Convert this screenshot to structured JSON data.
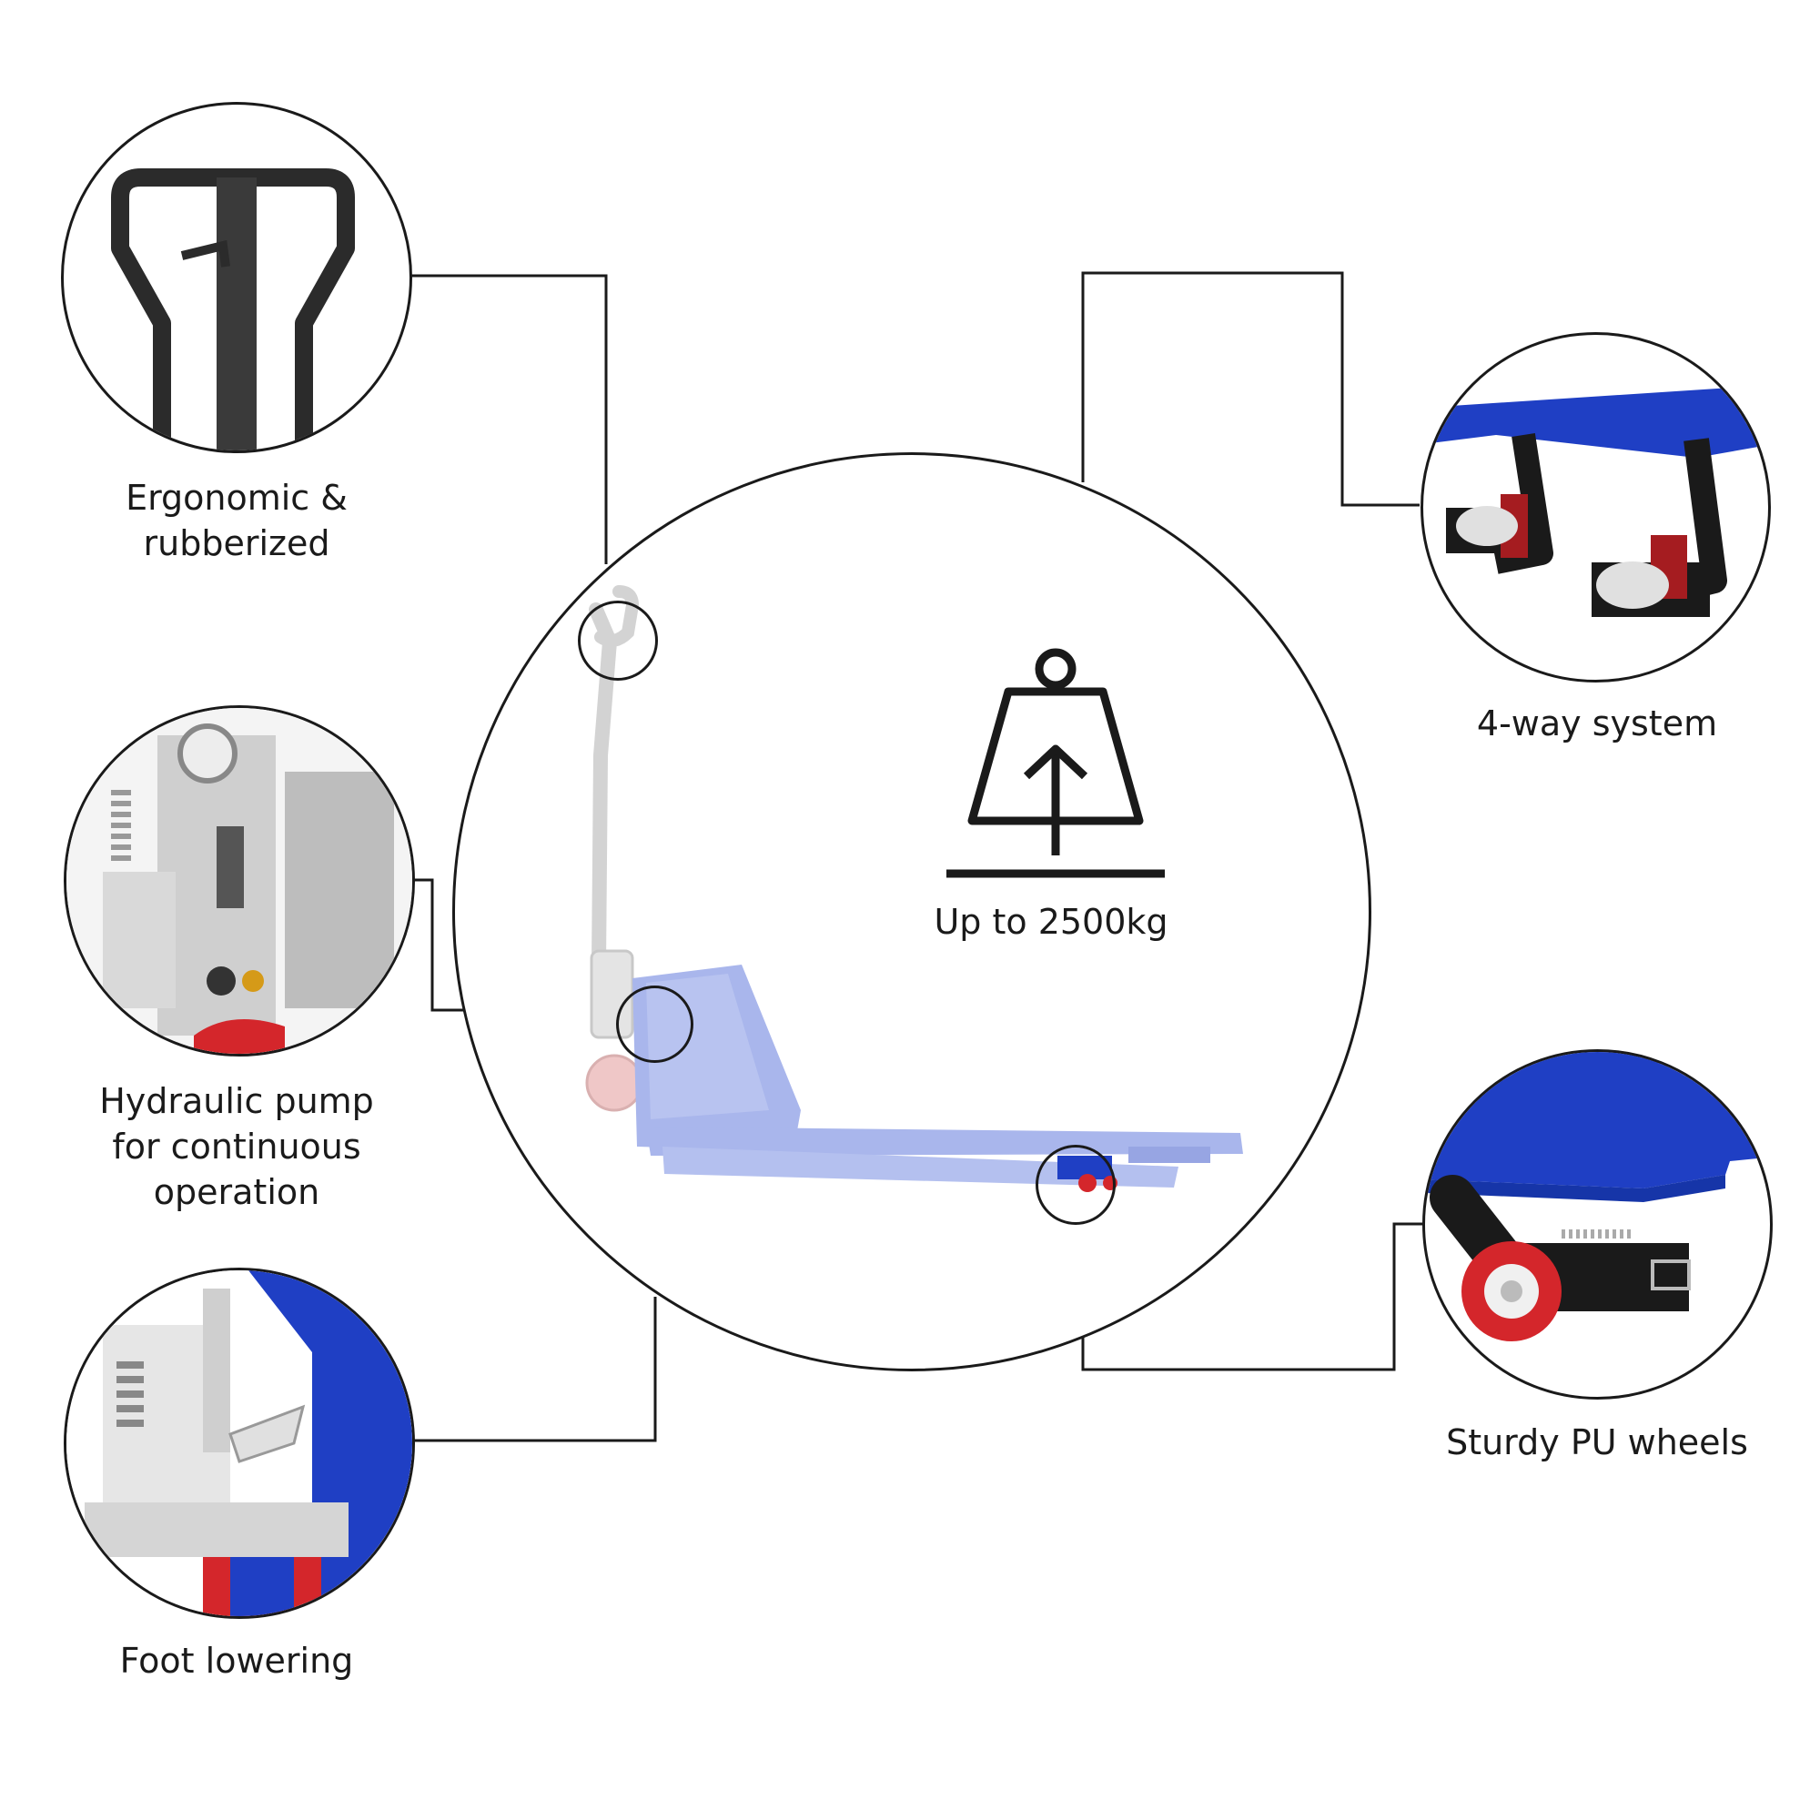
{
  "center": {
    "capacity_label": "Up to 2500kg",
    "icon": "weight-lift-icon"
  },
  "features": [
    {
      "id": "handle",
      "label": "Ergonomic &\nrubberized",
      "icon": "handle-icon"
    },
    {
      "id": "pump",
      "label": "Hydraulic pump\nfor continuous\noperation",
      "icon": "hydraulic-pump-icon"
    },
    {
      "id": "foot",
      "label": "Foot lowering",
      "icon": "foot-pedal-icon"
    },
    {
      "id": "fourway",
      "label": "4-way system",
      "icon": "fork-rollers-icon"
    },
    {
      "id": "wheels",
      "label": "Sturdy PU wheels",
      "icon": "pu-wheel-icon"
    }
  ],
  "colors": {
    "outline": "#1a1a1a",
    "truck_blue": "#1f3fc4",
    "truck_blue_faded": "#a9b6ec",
    "wheel_red": "#d4262b",
    "steel": "#d9d9d9",
    "handle_black": "#2b2b2b"
  }
}
